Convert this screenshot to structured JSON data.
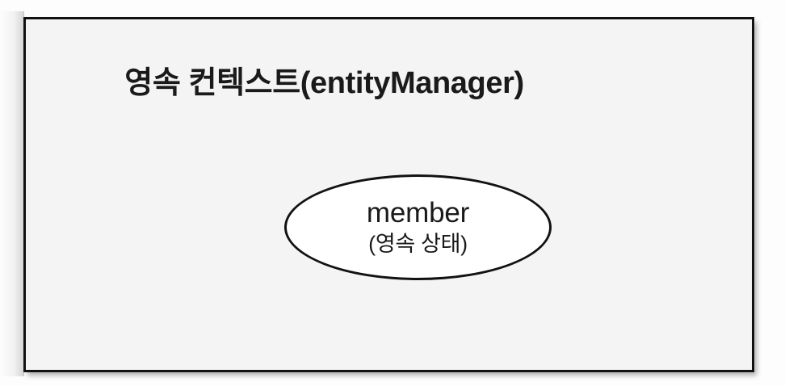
{
  "diagram": {
    "title": "영속 컨텍스트(entityManager)",
    "container": {
      "name": "persistence-context-box",
      "fill_color": "#f4f4f4",
      "border_color": "#121212"
    },
    "entity": {
      "name": "member",
      "state": "(영속 상태)",
      "fill_color": "#ffffff",
      "border_color": "#121212"
    },
    "canvas": {
      "background_color": "#fdfdfd"
    }
  }
}
